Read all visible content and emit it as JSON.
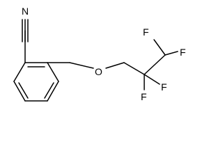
{
  "molecule": {
    "atoms": {
      "n": "N",
      "o": "O",
      "f1": "F",
      "f2": "F",
      "f3": "F",
      "f4": "F"
    },
    "colors": {
      "bond": "#000000",
      "label": "#000000",
      "background": "#ffffff"
    }
  }
}
